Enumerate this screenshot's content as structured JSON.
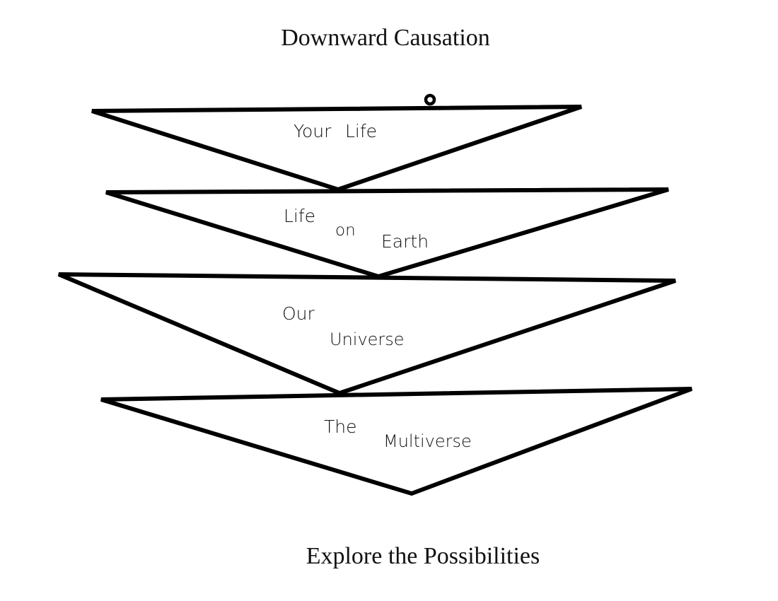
{
  "title": "Downward Causation",
  "footer": "Explore the Possibilities",
  "layers": [
    {
      "id": "your-life",
      "words": [
        "Your",
        "Life"
      ]
    },
    {
      "id": "life-on-earth",
      "words": [
        "Life",
        "on",
        "Earth"
      ]
    },
    {
      "id": "our-universe",
      "words": [
        "Our",
        "Universe"
      ]
    },
    {
      "id": "the-multiverse",
      "words": [
        "The",
        "Multiverse"
      ]
    }
  ],
  "colors": {
    "stroke": "#000000",
    "text": "#111111",
    "background": "#ffffff"
  }
}
